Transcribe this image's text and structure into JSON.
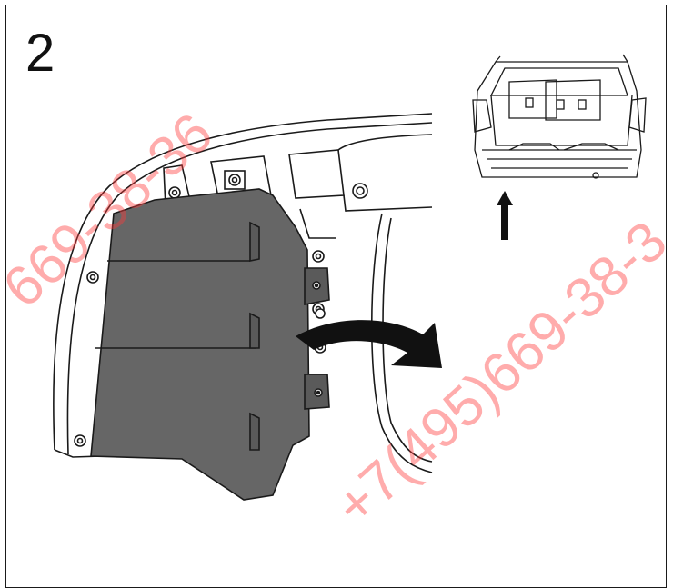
{
  "step": {
    "number": "2"
  },
  "watermarks": {
    "phone_a": "669-38-36",
    "phone_b": "+7(495)669-38-3"
  },
  "colors": {
    "panel": "#666666",
    "outline": "#1a1a1a",
    "watermark": "#ff3b3b"
  },
  "icons": {
    "arrow": "curved-arrow-icon",
    "pointer": "up-arrow-icon"
  }
}
